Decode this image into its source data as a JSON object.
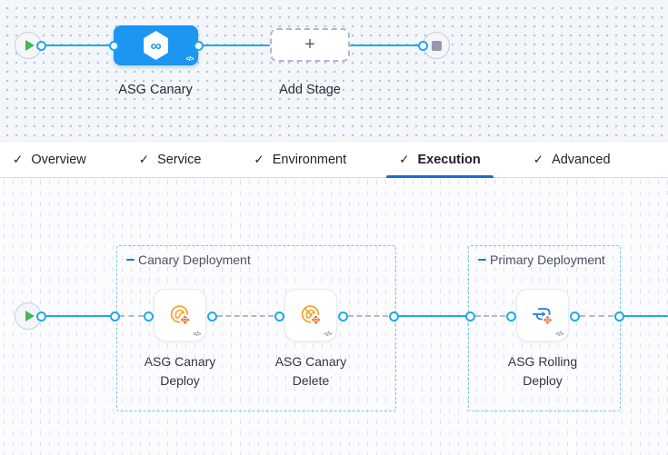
{
  "stage_graph": {
    "stage_name": "ASG Canary",
    "add_stage_label": "Add Stage",
    "plus_glyph": "+",
    "infinity_glyph": "∞",
    "code_glyph": "</>"
  },
  "tabs": {
    "check_glyph": "✓",
    "items": [
      {
        "label": "Overview",
        "active": false
      },
      {
        "label": "Service",
        "active": false
      },
      {
        "label": "Environment",
        "active": false
      },
      {
        "label": "Execution",
        "active": true
      },
      {
        "label": "Advanced",
        "active": false
      }
    ]
  },
  "execution_graph": {
    "code_glyph": "</>",
    "groups": [
      {
        "title": "Canary Deployment",
        "steps": [
          "ASG Canary Deploy",
          "ASG Canary Delete"
        ]
      },
      {
        "title": "Primary Deployment",
        "steps": [
          "ASG Rolling Deploy"
        ]
      }
    ]
  },
  "colors": {
    "link_blue": "#1fa8ec",
    "stage_node_blue": "#1b96f1",
    "active_tab_underline": "#1272ce",
    "group_border_blue": "#7cc6f2",
    "start_play_green": "#45b654",
    "asg_cross_orange": "#ea6c23",
    "canary_yellow": "#f2a62e",
    "rolling_blue": "#2f81e8"
  }
}
